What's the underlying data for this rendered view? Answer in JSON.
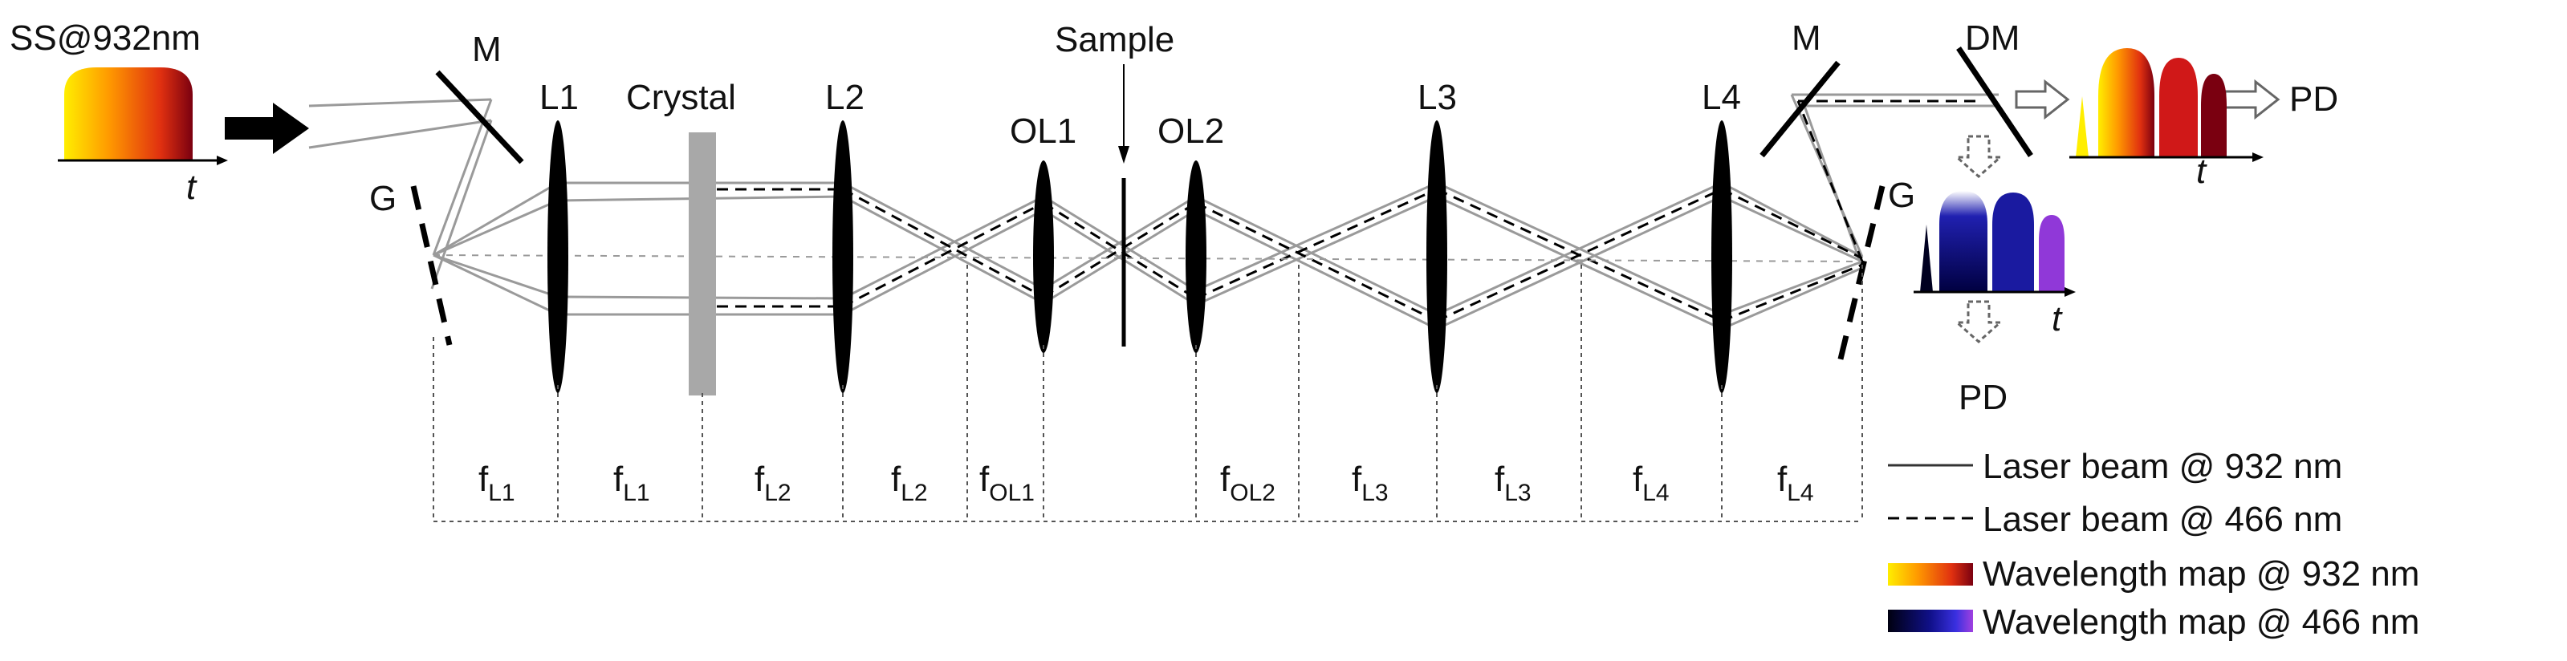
{
  "labels": {
    "source": "SS@932nm",
    "time": "t",
    "mirror": "M",
    "grating": "G",
    "dichroic": "DM",
    "detector": "PD",
    "sample": "Sample",
    "crystal": "Crystal",
    "lenses": [
      "L1",
      "L2",
      "OL1",
      "OL2",
      "L3",
      "L4"
    ]
  },
  "focal_lengths": [
    {
      "base": "f",
      "sub": "L1"
    },
    {
      "base": "f",
      "sub": "L1"
    },
    {
      "base": "f",
      "sub": "L2"
    },
    {
      "base": "f",
      "sub": "L2"
    },
    {
      "base": "f",
      "sub": "OL1"
    },
    {
      "base": "f",
      "sub": "OL2"
    },
    {
      "base": "f",
      "sub": "L3"
    },
    {
      "base": "f",
      "sub": "L3"
    },
    {
      "base": "f",
      "sub": "L4"
    },
    {
      "base": "f",
      "sub": "L4"
    }
  ],
  "legend": [
    {
      "style": "solid",
      "text": "Laser beam @ 932 nm"
    },
    {
      "style": "dashed",
      "text": "Laser beam @ 466 nm"
    },
    {
      "style": "map932",
      "text": "Wavelength map @ 932 nm"
    },
    {
      "style": "map466",
      "text": "Wavelength map @ 466 nm"
    }
  ],
  "colors": {
    "beam": "#9a9a9a",
    "ink": "#000000",
    "crystal": "#a8a8a8",
    "map932": [
      "#ffee00",
      "#ff9900",
      "#e03010",
      "#7a0010"
    ],
    "map466": [
      "#000010",
      "#10108a",
      "#3a30e0",
      "#a040e0"
    ]
  }
}
